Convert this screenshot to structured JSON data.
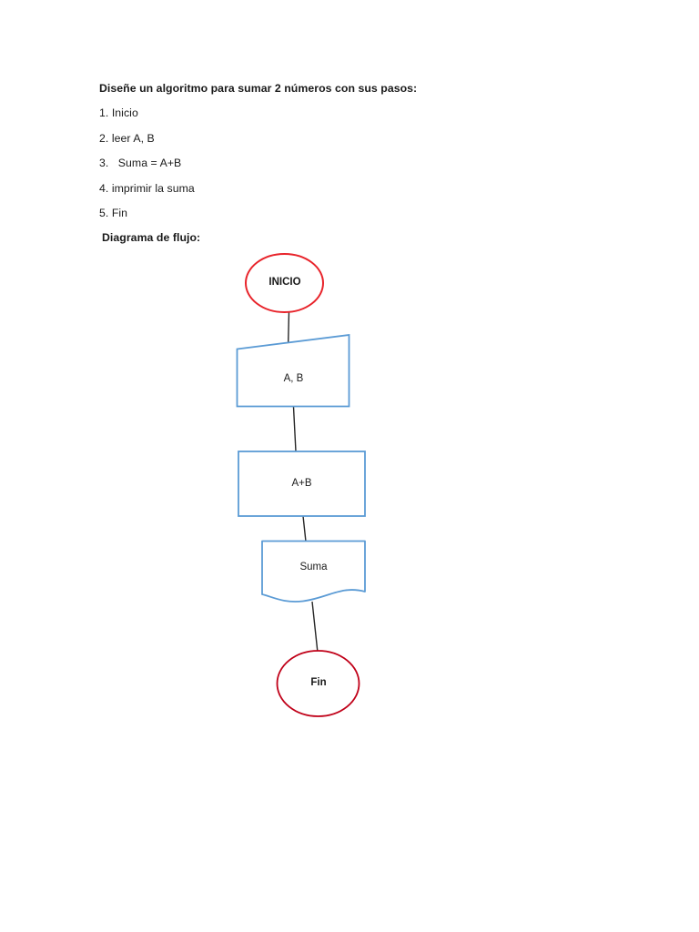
{
  "document": {
    "title_line": "Diseñe un algoritmo para sumar 2 números con sus pasos:",
    "steps": [
      "1. Inicio",
      "2. leer A, B",
      "3.   Suma = A+B",
      "4. imprimir la suma",
      "5. Fin"
    ],
    "diagram_heading": "Diagrama de flujo:"
  },
  "flowchart": {
    "colors": {
      "terminator_stroke": "#E8232A",
      "process_stroke": "#5B9BD5",
      "connector": "#262626",
      "text": "#1a1a1a",
      "fill": "#ffffff"
    },
    "nodes": [
      {
        "id": "inicio",
        "shape": "ellipse",
        "label": "INICIO"
      },
      {
        "id": "input",
        "shape": "parallelogram",
        "label": "A, B"
      },
      {
        "id": "process",
        "shape": "rectangle",
        "label": "A+B"
      },
      {
        "id": "output",
        "shape": "document",
        "label": "Suma"
      },
      {
        "id": "fin",
        "shape": "ellipse",
        "label": "Fin"
      }
    ],
    "connectors": [
      {
        "from": "inicio",
        "to": "input"
      },
      {
        "from": "input",
        "to": "process"
      },
      {
        "from": "process",
        "to": "output"
      },
      {
        "from": "output",
        "to": "fin"
      }
    ]
  }
}
